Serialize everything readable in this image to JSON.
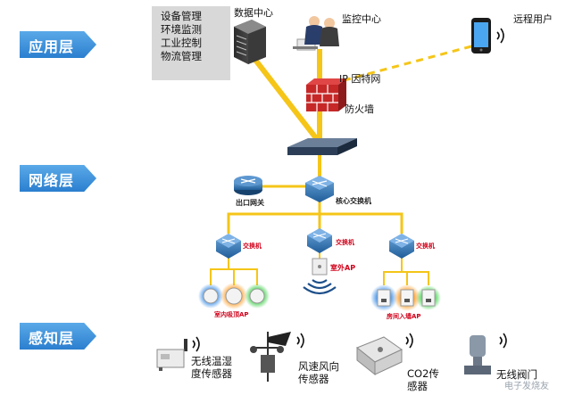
{
  "layers": {
    "application": "应用层",
    "network": "网络层",
    "perception": "感知层"
  },
  "management_functions": [
    "设备管理",
    "环境监测",
    "工业控制",
    "物流管理"
  ],
  "application_nodes": {
    "data_center": "数据中心",
    "monitor_center": "监控中心",
    "remote_user": "远程用户",
    "internet": "IP 因特网",
    "firewall": "防火墙"
  },
  "network_nodes": {
    "egress_gateway": "出口网关",
    "core_switch": "核心交换机",
    "switch_left": "交换机",
    "switch_mid": "交换机",
    "switch_right": "交换机",
    "outdoor_ap": "室外AP",
    "indoor_ceiling_ap": "室内吸顶AP",
    "indoor_wall_ap": "房间入墙AP"
  },
  "sensors": {
    "temp_humidity": "无线温湿度传感器",
    "wind": "风速风向传感器",
    "co2": "CO2传感器",
    "valve": "无线阀门"
  },
  "watermark": "电子发烧友",
  "colors": {
    "layer_arrow": "#3d8fdb",
    "link_yellow": "#f5c518",
    "link_dashed": "#f5c518",
    "device_blue": "#2d6fb0",
    "firewall_red": "#c62828",
    "label_red": "#d0021b"
  },
  "icons": [
    "server-icon",
    "operators-icon",
    "smartphone-icon",
    "firewall-icon",
    "router-icon",
    "switch-icon",
    "access-point-icon",
    "wifi-icon",
    "sensor-icon",
    "wind-vane-icon",
    "valve-icon"
  ]
}
